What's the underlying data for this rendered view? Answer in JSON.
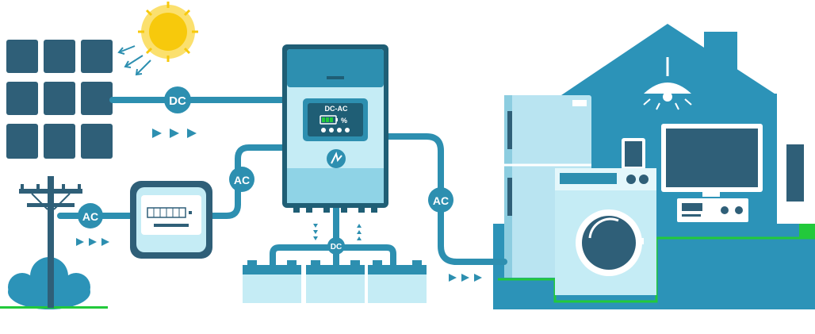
{
  "labels": {
    "solar_panel": "Solar panels",
    "inverter": "Inverter & Controller",
    "meter": "Meter",
    "grid": "Power grid / Backup",
    "battery": "Battery",
    "home": "Home appliances & loads"
  },
  "connectors": {
    "dc_solar": "DC",
    "ac_grid": "AC",
    "ac_meter": "AC",
    "ac_load": "AC",
    "dc_battery": "DC"
  },
  "inverter_display": {
    "mode": "DC-AC",
    "percent": "%"
  },
  "colors": {
    "primary": "#2d8fb0",
    "dark": "#1f5e75",
    "panel": "#2f5f78",
    "house": "#2c93b8",
    "light": "#c5ecf5",
    "sun": "#f7c90c",
    "ground": "#22c93b"
  }
}
